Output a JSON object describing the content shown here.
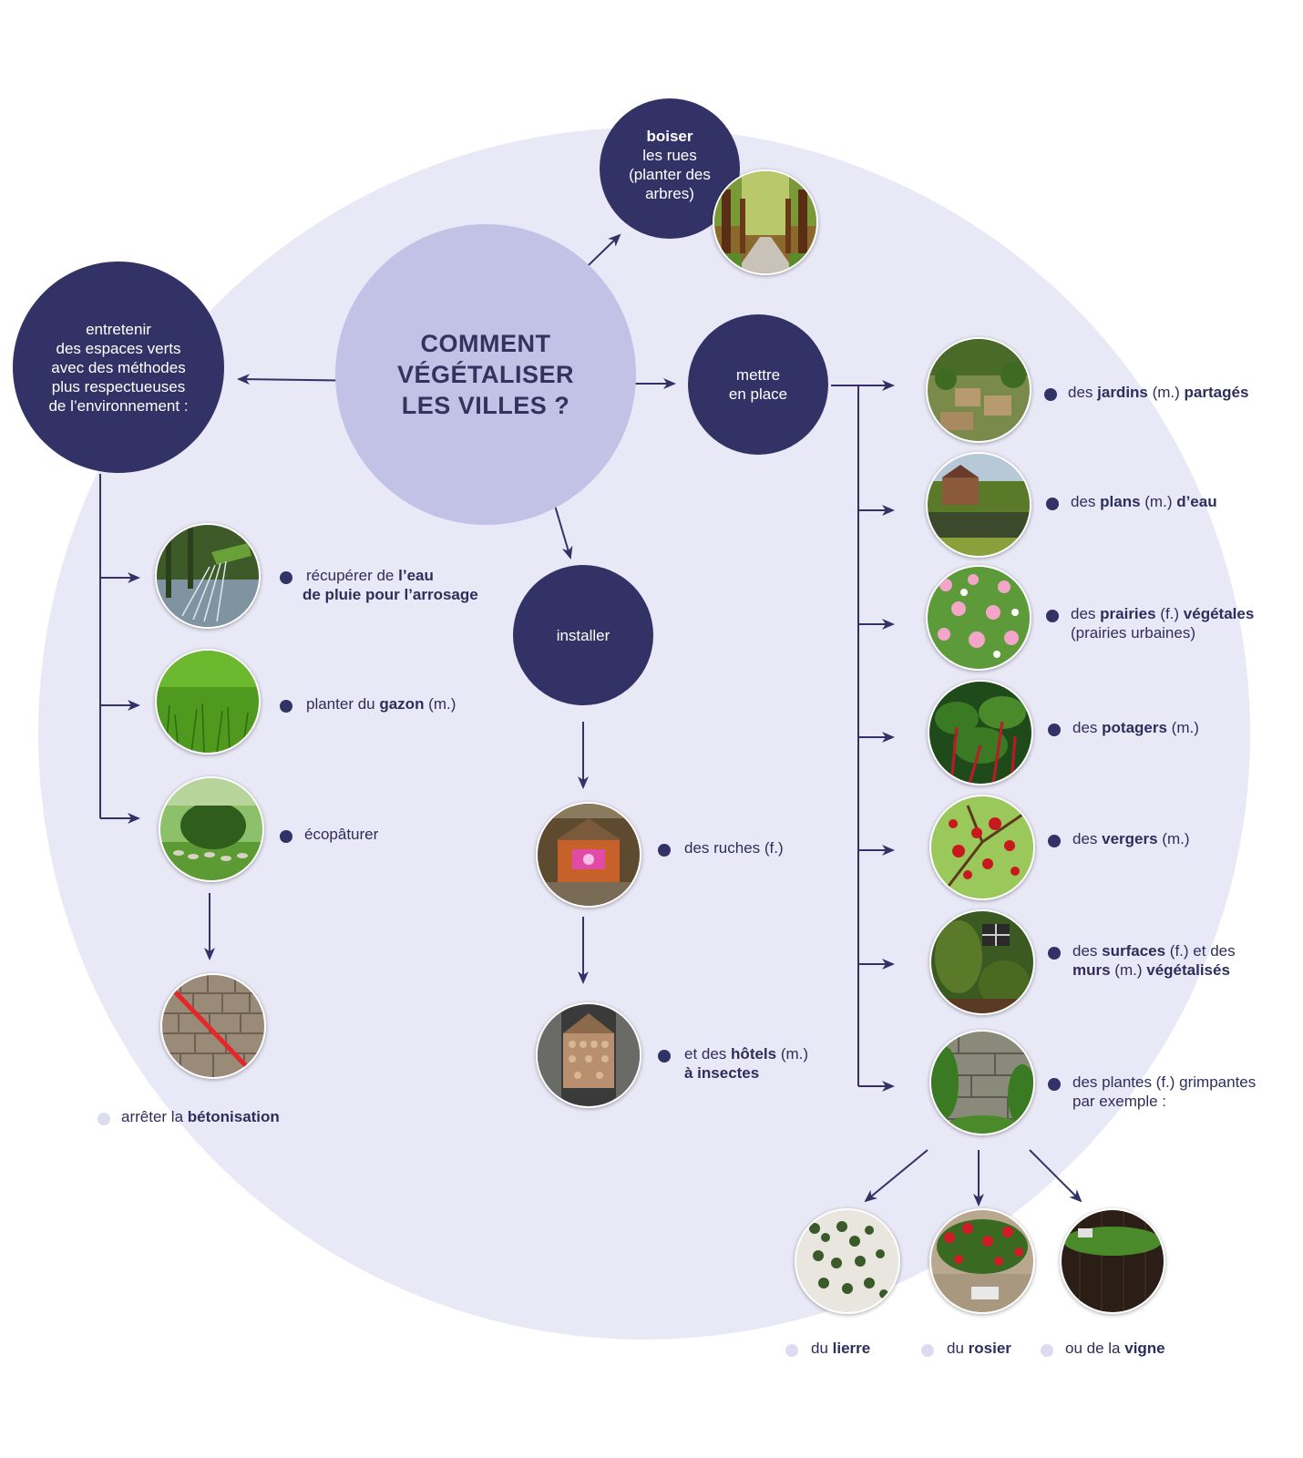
{
  "title_lines": [
    "COMMENT",
    "VÉGÉTALISER",
    "LES VILLES ?"
  ],
  "boiser": {
    "bold": "boiser",
    "rest": [
      "les rues",
      "(planter des",
      "arbres)"
    ]
  },
  "entretenir": [
    "entretenir",
    "des espaces verts",
    "avec des méthodes",
    "plus respectueuses",
    "de l’environnement :"
  ],
  "mettre": [
    "mettre",
    "en place"
  ],
  "installer": "installer",
  "left_items": {
    "eau": {
      "a": "récupérer de ",
      "b": "l’eau",
      "c": "de pluie pour l’arrosage"
    },
    "gazon": {
      "a": "planter du ",
      "b": "gazon",
      "c": " (m.)"
    },
    "ecopaturer": "écopâturer",
    "beton": {
      "a": "arrêter la ",
      "b": "bétonisation"
    }
  },
  "middle_items": {
    "ruches": "des ruches (f.)",
    "hotels": {
      "a": "et des ",
      "b": "hôtels",
      "c": " (m.)",
      "d": "à insectes"
    }
  },
  "right_items": {
    "jardins": {
      "a": "des ",
      "b": "jardins",
      "c": " (m.) ",
      "d": "partagés"
    },
    "plans": {
      "a": "des ",
      "b": "plans",
      "c": " (m.) ",
      "d": "d’eau"
    },
    "prairies": {
      "a": "des ",
      "b": "prairies",
      "c": " (f.) ",
      "d": "végétales",
      "e": "(prairies urbaines)"
    },
    "potagers": {
      "a": "des ",
      "b": "potagers",
      "c": " (m.)"
    },
    "vergers": {
      "a": "des ",
      "b": "vergers",
      "c": " (m.)"
    },
    "surfaces": {
      "a": "des ",
      "b": "surfaces",
      "c": " (f.) et des",
      "d": "murs",
      "e": " (m.) ",
      "f": "végétalisés"
    },
    "plantes": {
      "a": "des plantes (f.) grimpantes",
      "b": "par exemple :"
    }
  },
  "bottom_items": {
    "lierre": {
      "a": "du ",
      "b": "lierre"
    },
    "rosier": {
      "a": "du ",
      "b": "rosier"
    },
    "vigne": {
      "a": "ou de la ",
      "b": "vigne"
    }
  },
  "colors": {
    "dark_node": "#333266",
    "center": "#c2c1e6",
    "background_circle": "#e9e8f6",
    "arrow": "#333266",
    "light_dot": "#dcdcf0"
  }
}
